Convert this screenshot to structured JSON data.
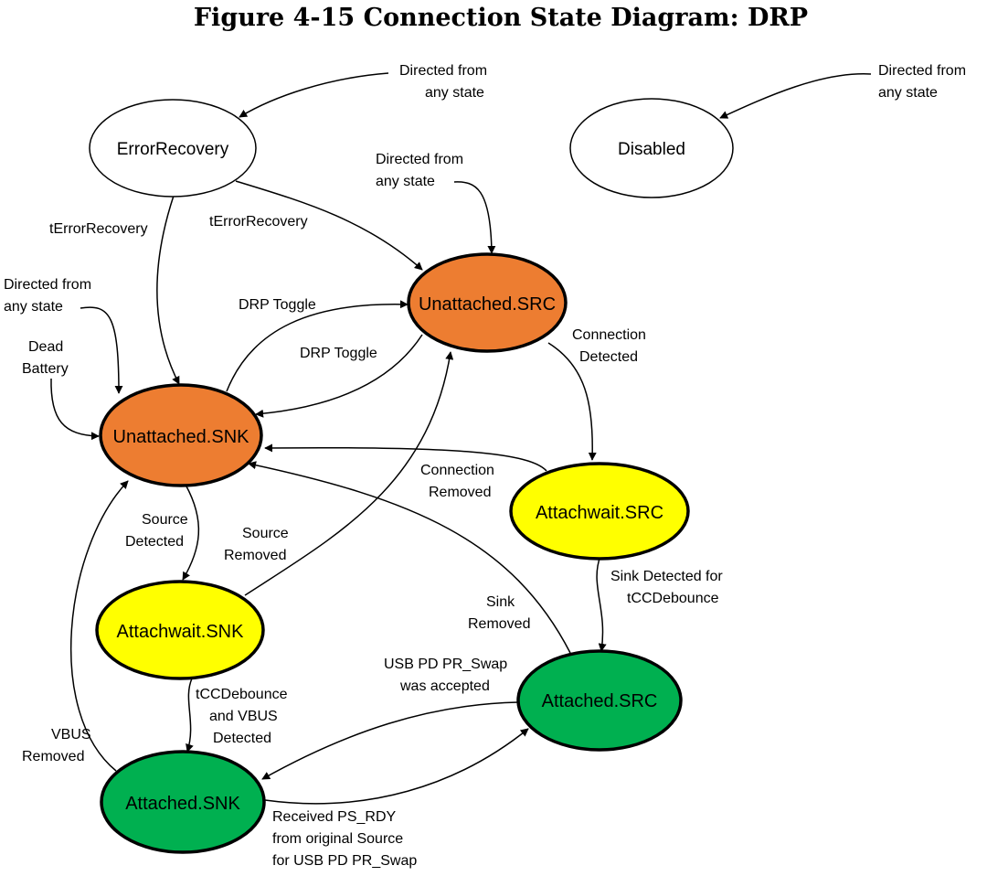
{
  "title": "Figure 4-15  Connection State Diagram: DRP",
  "colors": {
    "orange_state": "#ed7d31",
    "yellow_state": "#ffff00",
    "green_state": "#00b050",
    "plain_state": "#ffffff"
  },
  "states": {
    "error_recovery": {
      "label": "ErrorRecovery",
      "fill": "plain"
    },
    "disabled": {
      "label": "Disabled",
      "fill": "plain"
    },
    "unattached_src": {
      "label": "Unattached.SRC",
      "fill": "orange"
    },
    "unattached_snk": {
      "label": "Unattached.SNK",
      "fill": "orange"
    },
    "attachwait_src": {
      "label": "Attachwait.SRC",
      "fill": "yellow"
    },
    "attachwait_snk": {
      "label": "Attachwait.SNK",
      "fill": "yellow"
    },
    "attached_src": {
      "label": "Attached.SRC",
      "fill": "green"
    },
    "attached_snk": {
      "label": "Attached.SNK",
      "fill": "green"
    }
  },
  "transitions": {
    "to_error_recovery": [
      "Directed from",
      "any state"
    ],
    "to_disabled": [
      "Directed from",
      "any state"
    ],
    "to_unattached_src": [
      "Directed from",
      "any state"
    ],
    "to_unattached_snk": [
      "Directed from",
      "any state"
    ],
    "dead_battery": [
      "Dead",
      "Battery"
    ],
    "error_to_snk": [
      "tErrorRecovery"
    ],
    "error_to_src": [
      "tErrorRecovery"
    ],
    "snk_to_src_toggle": [
      "DRP Toggle"
    ],
    "src_to_snk_toggle": [
      "DRP Toggle"
    ],
    "src_connection_detected": [
      "Connection",
      "Detected"
    ],
    "connection_removed": [
      "Connection",
      "Removed"
    ],
    "source_detected": [
      "Source",
      "Detected"
    ],
    "source_removed": [
      "Source",
      "Removed"
    ],
    "sink_detected": [
      "Sink Detected for",
      "tCCDebounce"
    ],
    "sink_removed": [
      "Sink",
      "Removed"
    ],
    "tcc_debounce_vbus": [
      "tCCDebounce",
      "and VBUS",
      "Detected"
    ],
    "vbus_removed": [
      "VBUS",
      "Removed"
    ],
    "pr_swap_accepted": [
      "USB PD PR_Swap",
      "was accepted"
    ],
    "ps_rdy_received": [
      "Received PS_RDY",
      "from original Source",
      "for USB PD PR_Swap"
    ]
  }
}
